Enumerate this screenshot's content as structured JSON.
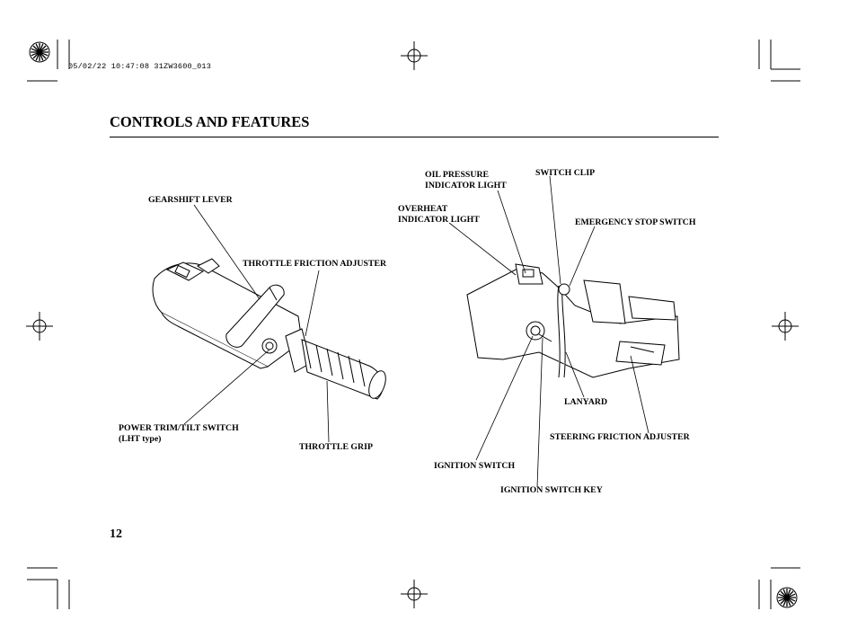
{
  "page": {
    "print_stamp": "05/02/22 10:47:08 31ZW3600_013",
    "section_title": "CONTROLS AND FEATURES",
    "page_number": "12"
  },
  "left_figure": {
    "gearshift_lever": "GEARSHIFT LEVER",
    "throttle_friction_adjuster": "THROTTLE FRICTION ADJUSTER",
    "power_trim_switch_line1": "POWER TRIM/TILT SWITCH",
    "power_trim_switch_line2": "(LHT type)",
    "throttle_grip": "THROTTLE GRIP"
  },
  "right_figure": {
    "oil_pressure_line1": "OIL PRESSURE",
    "oil_pressure_line2": "INDICATOR LIGHT",
    "switch_clip": "SWITCH CLIP",
    "overheat_line1": "OVERHEAT",
    "overheat_line2": "INDICATOR LIGHT",
    "emergency_stop_switch": "EMERGENCY STOP SWITCH",
    "lanyard": "LANYARD",
    "steering_friction_adjuster": "STEERING FRICTION ADJUSTER",
    "ignition_switch": "IGNITION SWITCH",
    "ignition_switch_key": "IGNITION SWITCH KEY"
  }
}
